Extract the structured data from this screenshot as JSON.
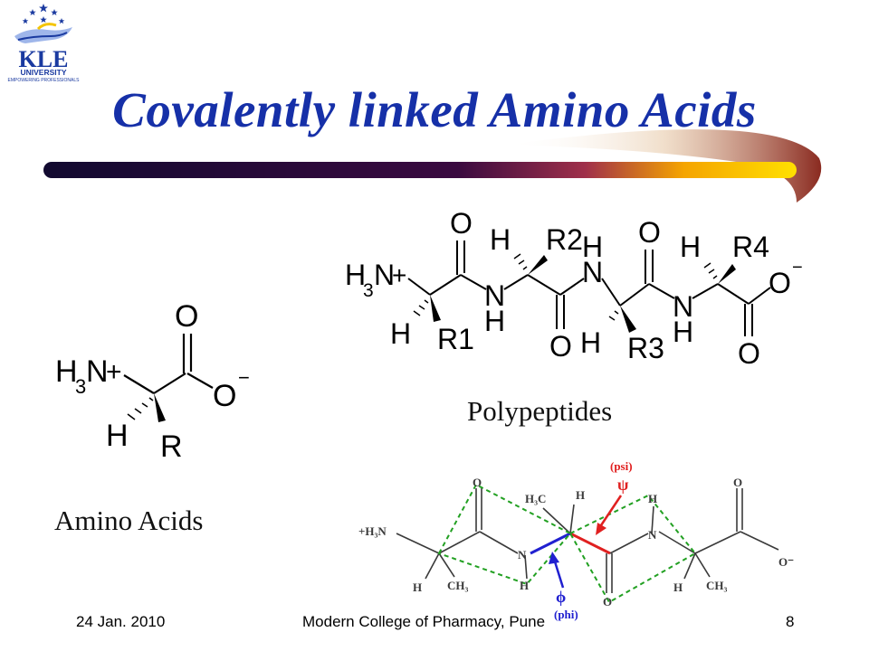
{
  "logo": {
    "name": "KLE",
    "line1": "UNIVERSITY",
    "line2": "EMPOWERING PROFESSIONALS",
    "colors": {
      "blue": "#1a3aa0",
      "light": "#9fb6ea",
      "yellow": "#f4c400"
    }
  },
  "slide": {
    "title": "Covalently linked Amino Acids",
    "colors": {
      "title": "#1630a8",
      "bar_dark": "#120a30",
      "bar_orange": "#f5a400",
      "bar_yellow": "#ffe000"
    }
  },
  "amino_acid": {
    "caption": "Amino Acids",
    "labels": {
      "h3n_h": "H",
      "h3n_sub": "3",
      "h3n_n": "N",
      "plus": "+",
      "carbonyl_o": "O",
      "oxide_o": "O",
      "minus": "−",
      "h": "H",
      "r": "R"
    }
  },
  "polypeptide": {
    "caption": "Polypeptides",
    "labels": {
      "h3n_h": "H",
      "h3n_sub": "3",
      "h3n_n": "N",
      "plus": "+",
      "o1": "O",
      "o2": "O",
      "o3": "O",
      "o4": "O",
      "o5": "O",
      "minus": "−",
      "h1": "H",
      "h2": "H",
      "h3": "H",
      "h4": "H",
      "h5": "H",
      "h6": "H",
      "n1": "N",
      "n2": "N",
      "n3": "N",
      "r1": "R1",
      "r2": "R2",
      "r3": "R3",
      "r4": "R4"
    }
  },
  "peptide_diagram": {
    "labels": {
      "plus_h3n": "+H₃N",
      "h3c": "H₃C",
      "ch3_left": "CH₃",
      "ch3_right": "CH₃",
      "o_top_left": "O",
      "o_top_right": "O",
      "o_bottom": "O",
      "o_minus": "O⁻",
      "h_left": "H",
      "h_top": "H",
      "h_nh_left": "H",
      "h_nh_right": "H",
      "h_right": "H",
      "n_left": "N",
      "n_right": "N",
      "psi_label": "(psi)",
      "psi_symbol": "ψ",
      "phi_label": "(phi)",
      "phi_symbol": "ϕ"
    },
    "colors": {
      "bonds": "#3a3a3a",
      "dashes": "#22a022",
      "psi": "#e02020",
      "phi": "#2020d0"
    }
  },
  "footer": {
    "date": "24 Jan. 2010",
    "institution": "Modern College of Pharmacy, Pune",
    "page": "8"
  }
}
